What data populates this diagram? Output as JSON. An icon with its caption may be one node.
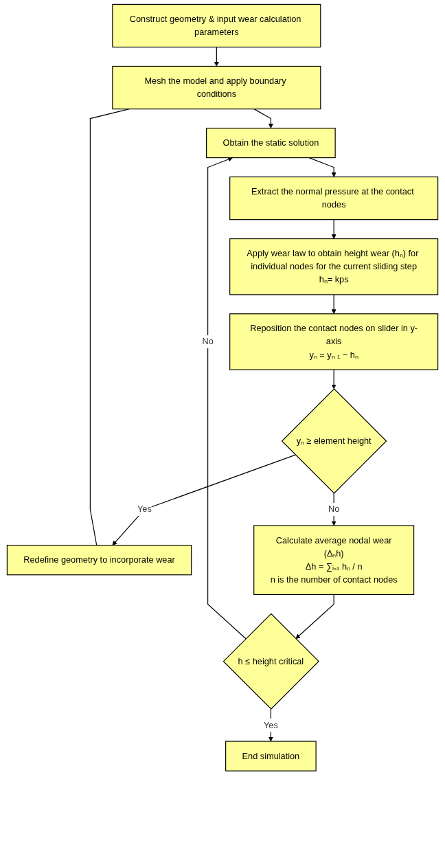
{
  "diagram": {
    "nodes": [
      {
        "text": [
          "Construct geometry & input wear calculation parameters"
        ]
      },
      {
        "text": [
          "Mesh the model and apply boundary conditions"
        ]
      },
      {
        "text": [
          "Obtain the static solution"
        ]
      },
      {
        "text": [
          "Extract the normal pressure at the contact nodes"
        ]
      },
      {
        "text": [
          "Apply wear law to obtain height wear (hₙ) for individual nodes for the current sliding step",
          "hₙ= kps"
        ]
      },
      {
        "text": [
          "Reposition the contact nodes on slider in y-axis",
          "yₙ = yₙ ₁ − hₙ"
        ]
      },
      {
        "text": [
          "yₙ ≥ element height"
        ]
      },
      {
        "text": [
          "Redefine geometry to incorporate wear"
        ]
      },
      {
        "text": [
          "Calculate average nodal wear",
          "(Δₙh)",
          "Δh = ∑ᵢ₌₁ hₙ / n",
          "n is the number of contact nodes"
        ]
      },
      {
        "text": [
          "h ≤ height critical"
        ]
      },
      {
        "text": [
          "End simulation"
        ]
      }
    ],
    "edges": [
      {
        "from": 0,
        "to": 1,
        "arrow": "to"
      },
      {
        "from": 1,
        "to": 2,
        "arrow": "to"
      },
      {
        "from": 2,
        "to": 3,
        "arrow": "to"
      },
      {
        "from": 3,
        "to": 4,
        "arrow": "to"
      },
      {
        "from": 4,
        "to": 5,
        "arrow": "to"
      },
      {
        "from": 5,
        "to": 6,
        "arrow": "to"
      },
      {
        "from": 6,
        "to": 7,
        "label": "Yes",
        "arrow": "to"
      },
      {
        "from": 7,
        "to": 1,
        "arrow": "none"
      },
      {
        "from": 6,
        "to": 8,
        "label": "No",
        "arrow": "to"
      },
      {
        "from": 8,
        "to": 9,
        "arrow": "to"
      },
      {
        "from": 9,
        "to": 2,
        "label": "No",
        "arrow": "to"
      },
      {
        "from": 9,
        "to": 10,
        "label": "Yes",
        "arrow": "to"
      }
    ]
  }
}
